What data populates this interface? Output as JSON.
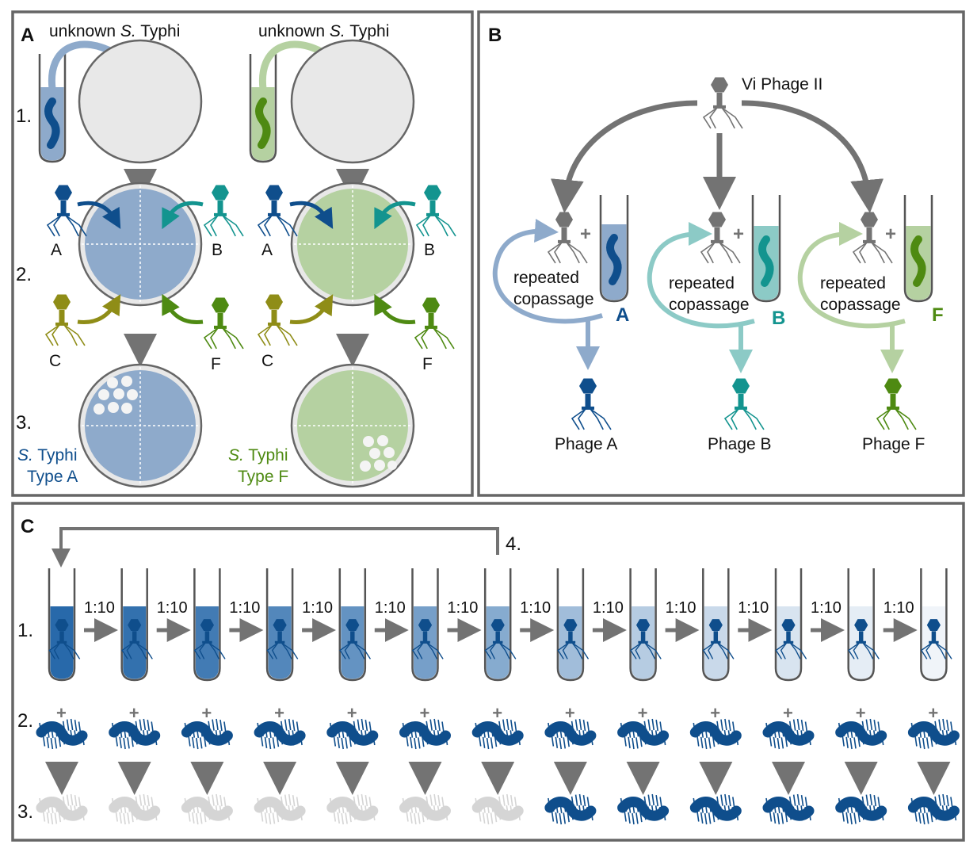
{
  "colors": {
    "typeA": "#0f4e8c",
    "typeA_light": "#8eaacb",
    "typeB": "#13948f",
    "typeB_light": "#8ccac6",
    "typeC": "#8f8d17",
    "typeF": "#4e8a12",
    "typeF_light": "#b5d1a1",
    "grey": "#737373",
    "plate": "#e8e8e8",
    "lysate_grey": "#d5d5d5",
    "border": "#666666"
  },
  "panel_a": {
    "label": "A",
    "left_title_prefix": "unknown ",
    "left_title_italic": "S.",
    "left_title_suffix": " Typhi",
    "right_title_prefix": "unknown ",
    "right_title_italic": "S.",
    "right_title_suffix": " Typhi",
    "steps": [
      "1.",
      "2.",
      "3."
    ],
    "phage_letters": [
      "A",
      "B",
      "C",
      "F"
    ],
    "result_left_italic": "S.",
    "result_left_line1": " Typhi",
    "result_left_line2": "Type A",
    "result_right_italic": "S.",
    "result_right_line1": " Typhi",
    "result_right_line2": "Type F"
  },
  "panel_b": {
    "label": "B",
    "source_phage": "Vi Phage II",
    "plus": "+",
    "copassage_line1": "repeated",
    "copassage_line2": "copassage",
    "branches": [
      {
        "letter": "A",
        "result": "Phage A"
      },
      {
        "letter": "B",
        "result": "Phage B"
      },
      {
        "letter": "F",
        "result": "Phage F"
      }
    ]
  },
  "panel_c": {
    "label": "C",
    "steps": [
      "1.",
      "2.",
      "3."
    ],
    "loop_step": "4.",
    "dilution_label": "1:10",
    "plus": "+",
    "tube_count": 13,
    "dilution_steps": 12,
    "lysed_count": 7
  }
}
